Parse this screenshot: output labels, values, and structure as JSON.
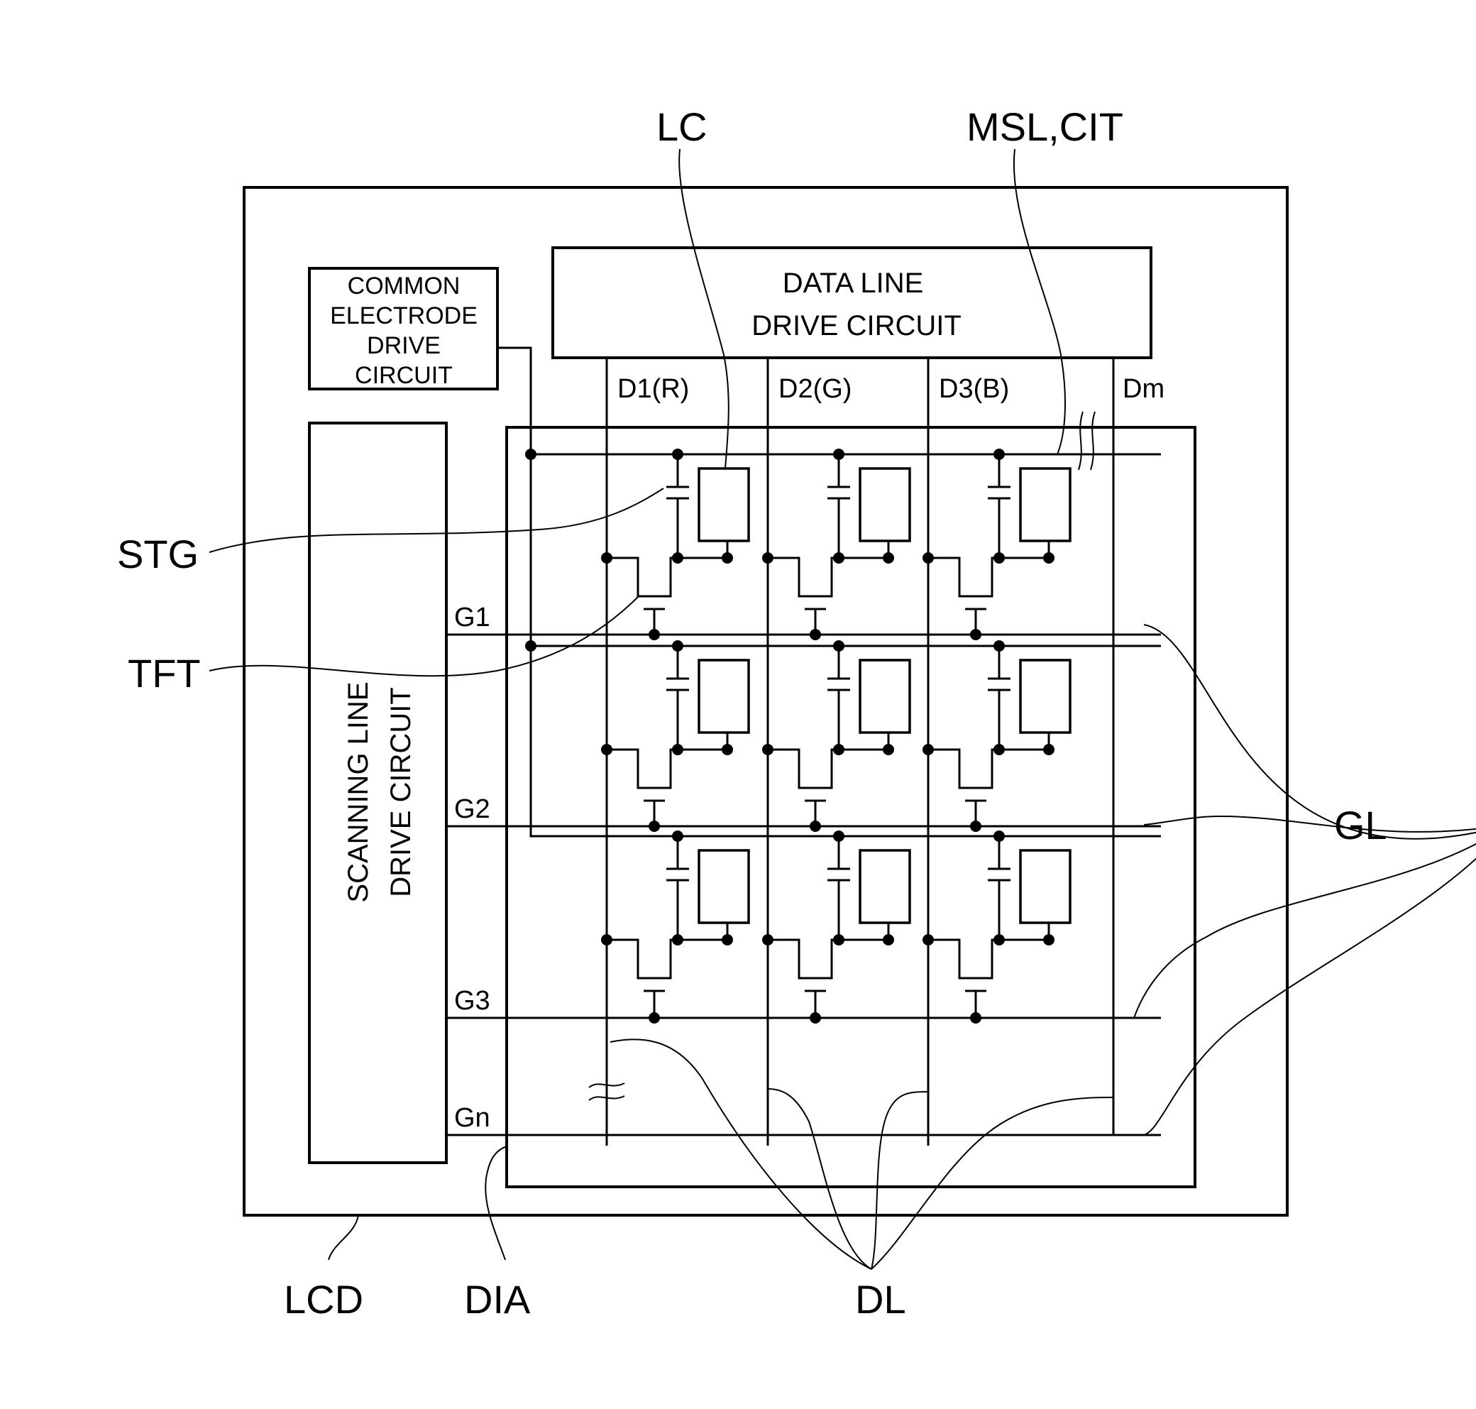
{
  "labels": {
    "lc": "LC",
    "msl_cit": "MSL,CIT",
    "stg": "STG",
    "tft": "TFT",
    "gl": "GL",
    "lcd": "LCD",
    "dia": "DIA",
    "dl": "DL"
  },
  "common_circuit": [
    "COMMON",
    "ELECTRODE",
    "DRIVE",
    "CIRCUIT"
  ],
  "data_circuit": [
    "DATA LINE",
    "DRIVE CIRCUIT"
  ],
  "scan_circuit": [
    "SCANNING LINE",
    "DRIVE CIRCUIT"
  ],
  "data_lines": [
    "D1(R)",
    "D2(G)",
    "D3(B)",
    "Dm"
  ],
  "gate_lines": [
    "G1",
    "G2",
    "G3",
    "Gn"
  ]
}
